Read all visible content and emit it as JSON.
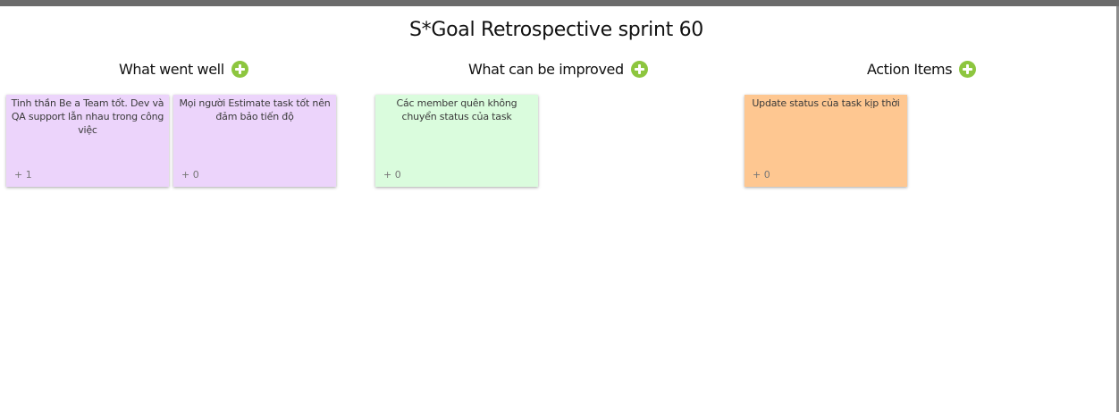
{
  "board": {
    "title": "S*Goal Retrospective sprint 60"
  },
  "columns": [
    {
      "title": "What went well",
      "add_icon": "plus-circle-icon",
      "color": "#ecd4fb",
      "cards": [
        {
          "text": "Tinh thần Be a Team tốt. Dev và QA support lẫn nhau trong công việc",
          "votes": "+ 1"
        },
        {
          "text": "Mọi người Estimate task tốt nên đảm bảo tiến độ",
          "votes": "+ 0"
        }
      ]
    },
    {
      "title": "What can be improved",
      "add_icon": "plus-circle-icon",
      "color": "#dafcdd",
      "cards": [
        {
          "text": "Các member quên không chuyển status của task",
          "votes": "+ 0"
        }
      ]
    },
    {
      "title": "Action Items",
      "add_icon": "plus-circle-icon",
      "color": "#fec791",
      "cards": [
        {
          "text": "Update status của task kịp thời",
          "votes": "+ 0"
        }
      ]
    }
  ],
  "accent_color": "#8dc63f"
}
